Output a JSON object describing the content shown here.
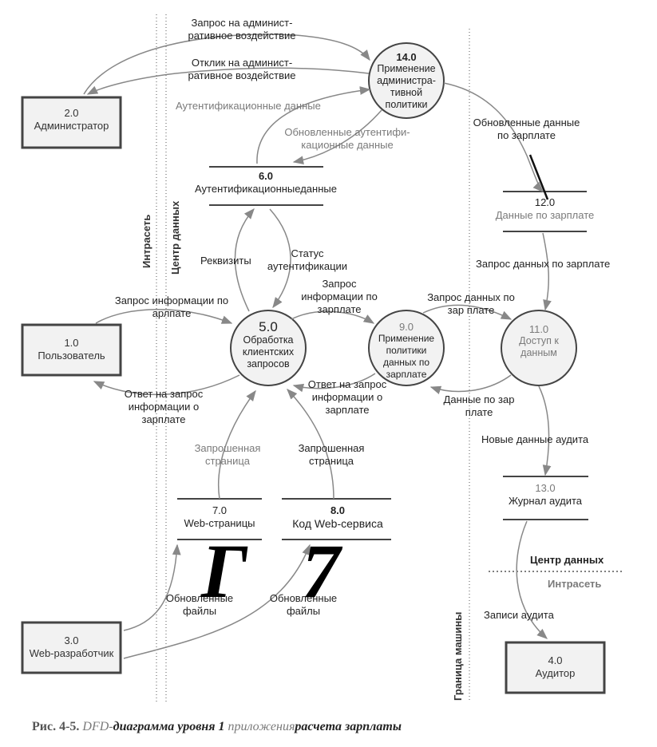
{
  "processes": {
    "p14": {
      "id": "14.0",
      "label": "Применение администра-тивной политики"
    },
    "p5": {
      "id": "5.0",
      "label": "Обработка клиентских запросов"
    },
    "p9": {
      "id": "9.0",
      "label": "Применение политики данных по зарплате"
    },
    "p11": {
      "id": "11.0",
      "label": "Доступ к данным"
    }
  },
  "entities": {
    "e2": {
      "id": "2.0",
      "label": "Администратор"
    },
    "e1": {
      "id": "1.0",
      "label": "Пользователь"
    },
    "e3": {
      "id": "3.0",
      "label": "Web-разработчик"
    },
    "e4": {
      "id": "4.0",
      "label": "Аудитор"
    }
  },
  "stores": {
    "s6": {
      "id": "6.0",
      "label": "Аутентификационныеданные"
    },
    "s12": {
      "id": "12.0",
      "label": "Данные по зарплате"
    },
    "s7": {
      "id": "7.0",
      "label": "Web-страницы"
    },
    "s8": {
      "id": "8.0",
      "label": "Код Web-сервиса"
    },
    "s13": {
      "id": "13.0",
      "label": "Журнал аудита"
    }
  },
  "flows": {
    "f1": "Запрос на админист-ративное воздействие",
    "f2": "Отклик на админист-ративное воздействие",
    "f3": "Аутентификационные данные",
    "f4": "Обновленные аутентифи-кационные данные",
    "f5": "Обновленные данные по зарплате",
    "f6": "Реквизиты",
    "f7": "Статус аутентификации",
    "f8": "Запрос информации по зарплате",
    "f9": "Запрос информации по арлпате",
    "f10": "Запрос данных по зар плате",
    "f11": "Запрос данных по зарплате",
    "f12": "Ответ на запрос информации о зарплате",
    "f13": "Ответ на запрос информации о зарплате",
    "f14": "Данные по зар плате",
    "f15": "Запрошенная страница",
    "f16": "Запрошенная страница",
    "f17": "Новые данные аудита",
    "f18": "Обновленные файлы",
    "f19": "Обновленные файлы",
    "f20": "Записи аудита"
  },
  "boundaries": {
    "intranet_left": "Интрасеть",
    "datacenter_left": "Центр данных",
    "machine": "Граница машины",
    "datacenter_right": "Центр данных",
    "intranet_right": "Интрасеть"
  },
  "glyphs": {
    "g1": "Г",
    "g2": "7"
  },
  "caption": {
    "number": "Рис. 4-5.",
    "part1": "DFD-",
    "part2": "диаграмма уровня 1",
    "part3": "приложения",
    "part4": "расчета зарплаты"
  }
}
